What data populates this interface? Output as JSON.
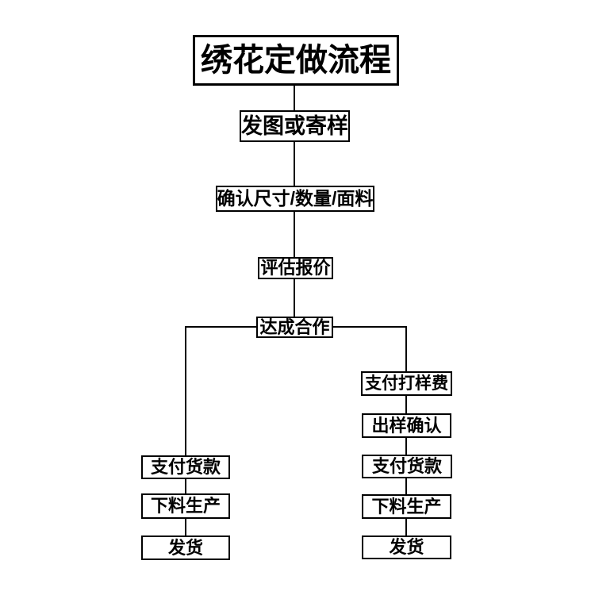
{
  "diagram": {
    "type": "flowchart",
    "background_color": "#ffffff",
    "line_color": "#000000",
    "text_color": "#000000",
    "nodes": {
      "title": "绣花定做流程",
      "send": "发图或寄样",
      "confirm_specs": "确认尺寸/数量/面料",
      "quote": "评估报价",
      "cooperate": "达成合作",
      "left_pay": "支付货款",
      "left_produce": "下料生产",
      "left_ship": "发货",
      "right_sample_fee": "支付打样费",
      "right_sample_confirm": "出样确认",
      "right_pay": "支付货款",
      "right_produce": "下料生产",
      "right_ship": "发货"
    },
    "edges": [
      [
        "title",
        "send"
      ],
      [
        "send",
        "confirm_specs"
      ],
      [
        "confirm_specs",
        "quote"
      ],
      [
        "quote",
        "cooperate"
      ],
      [
        "cooperate",
        "left_pay"
      ],
      [
        "cooperate",
        "right_sample_fee"
      ],
      [
        "right_sample_fee",
        "right_sample_confirm"
      ],
      [
        "right_sample_confirm",
        "right_pay"
      ],
      [
        "right_pay",
        "right_produce"
      ],
      [
        "right_produce",
        "right_ship"
      ],
      [
        "left_pay",
        "left_produce"
      ],
      [
        "left_produce",
        "left_ship"
      ]
    ]
  }
}
